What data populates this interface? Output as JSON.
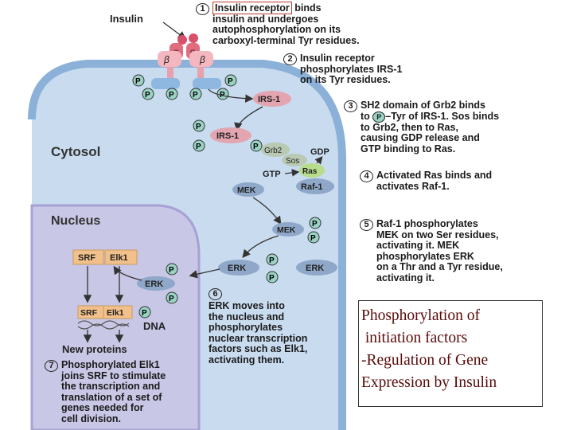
{
  "labels": {
    "insulin": "Insulin",
    "alpha": "α",
    "beta": "β",
    "p": "P",
    "irs1": "IRS-1",
    "grb2": "Grb2",
    "sos": "Sos",
    "gdp": "GDP",
    "gtp": "GTP",
    "ras": "Ras",
    "raf1": "Raf-1",
    "mek": "MEK",
    "erk": "ERK",
    "srf": "SRF",
    "elk1": "Elk1",
    "dna": "DNA",
    "new_proteins": "New proteins",
    "cytosol": "Cytosol",
    "nucleus": "Nucleus"
  },
  "steps": [
    {
      "num": "1",
      "highlight": "Insulin receptor",
      "lines": [
        " binds",
        "insulin and undergoes",
        "autophosphorylation on its",
        "carboxyl-terminal Tyr residues."
      ]
    },
    {
      "num": "2",
      "lines": [
        "Insulin receptor",
        "phosphorylates IRS-1",
        "on its Tyr residues."
      ]
    },
    {
      "num": "3",
      "line1_pre": "SH2 domain of Grb2 binds",
      "line2_pre": "to ",
      "line2_post": "–Tyr of IRS-1. Sos binds",
      "lines": [
        "to Grb2, then to Ras,",
        "causing GDP release and",
        "GTP binding to Ras."
      ]
    },
    {
      "num": "4",
      "lines": [
        "Activated Ras binds and",
        "activates Raf-1."
      ]
    },
    {
      "num": "5",
      "lines": [
        "Raf-1 phosphorylates",
        "MEK on two Ser residues,",
        "activating it. MEK",
        "phosphorylates ERK",
        "on a Thr and a Tyr residue,",
        "activating it."
      ]
    },
    {
      "num": "6",
      "lines": [
        "ERK moves into",
        "the nucleus and",
        "phosphorylates",
        "nuclear transcription",
        "factors such as Elk1,",
        "activating them."
      ]
    },
    {
      "num": "7",
      "lines": [
        "Phosphorylated Elk1",
        "joins SRF to stimulate",
        "the transcription and",
        "translation of a set of",
        "genes needed for",
        "cell division."
      ]
    }
  ],
  "caption": {
    "line1": "Phosphorylation of",
    "line2": " initiation factors",
    "line3": "-Regulation of Gene",
    "line4": "Expression by Insulin"
  },
  "colors": {
    "cytosol": "#c9dbef",
    "membrane": "#8bb1d8",
    "nucleus": "#c9c7e6",
    "receptor_alpha": "#e06c7d",
    "receptor_beta": "#f4b7c0",
    "p_circle": "#9ad3c4",
    "protein": "#8fa8c9",
    "srf": "#f2c08a",
    "caption_text": "#5a0a0a",
    "highlight": "#c0392b"
  }
}
